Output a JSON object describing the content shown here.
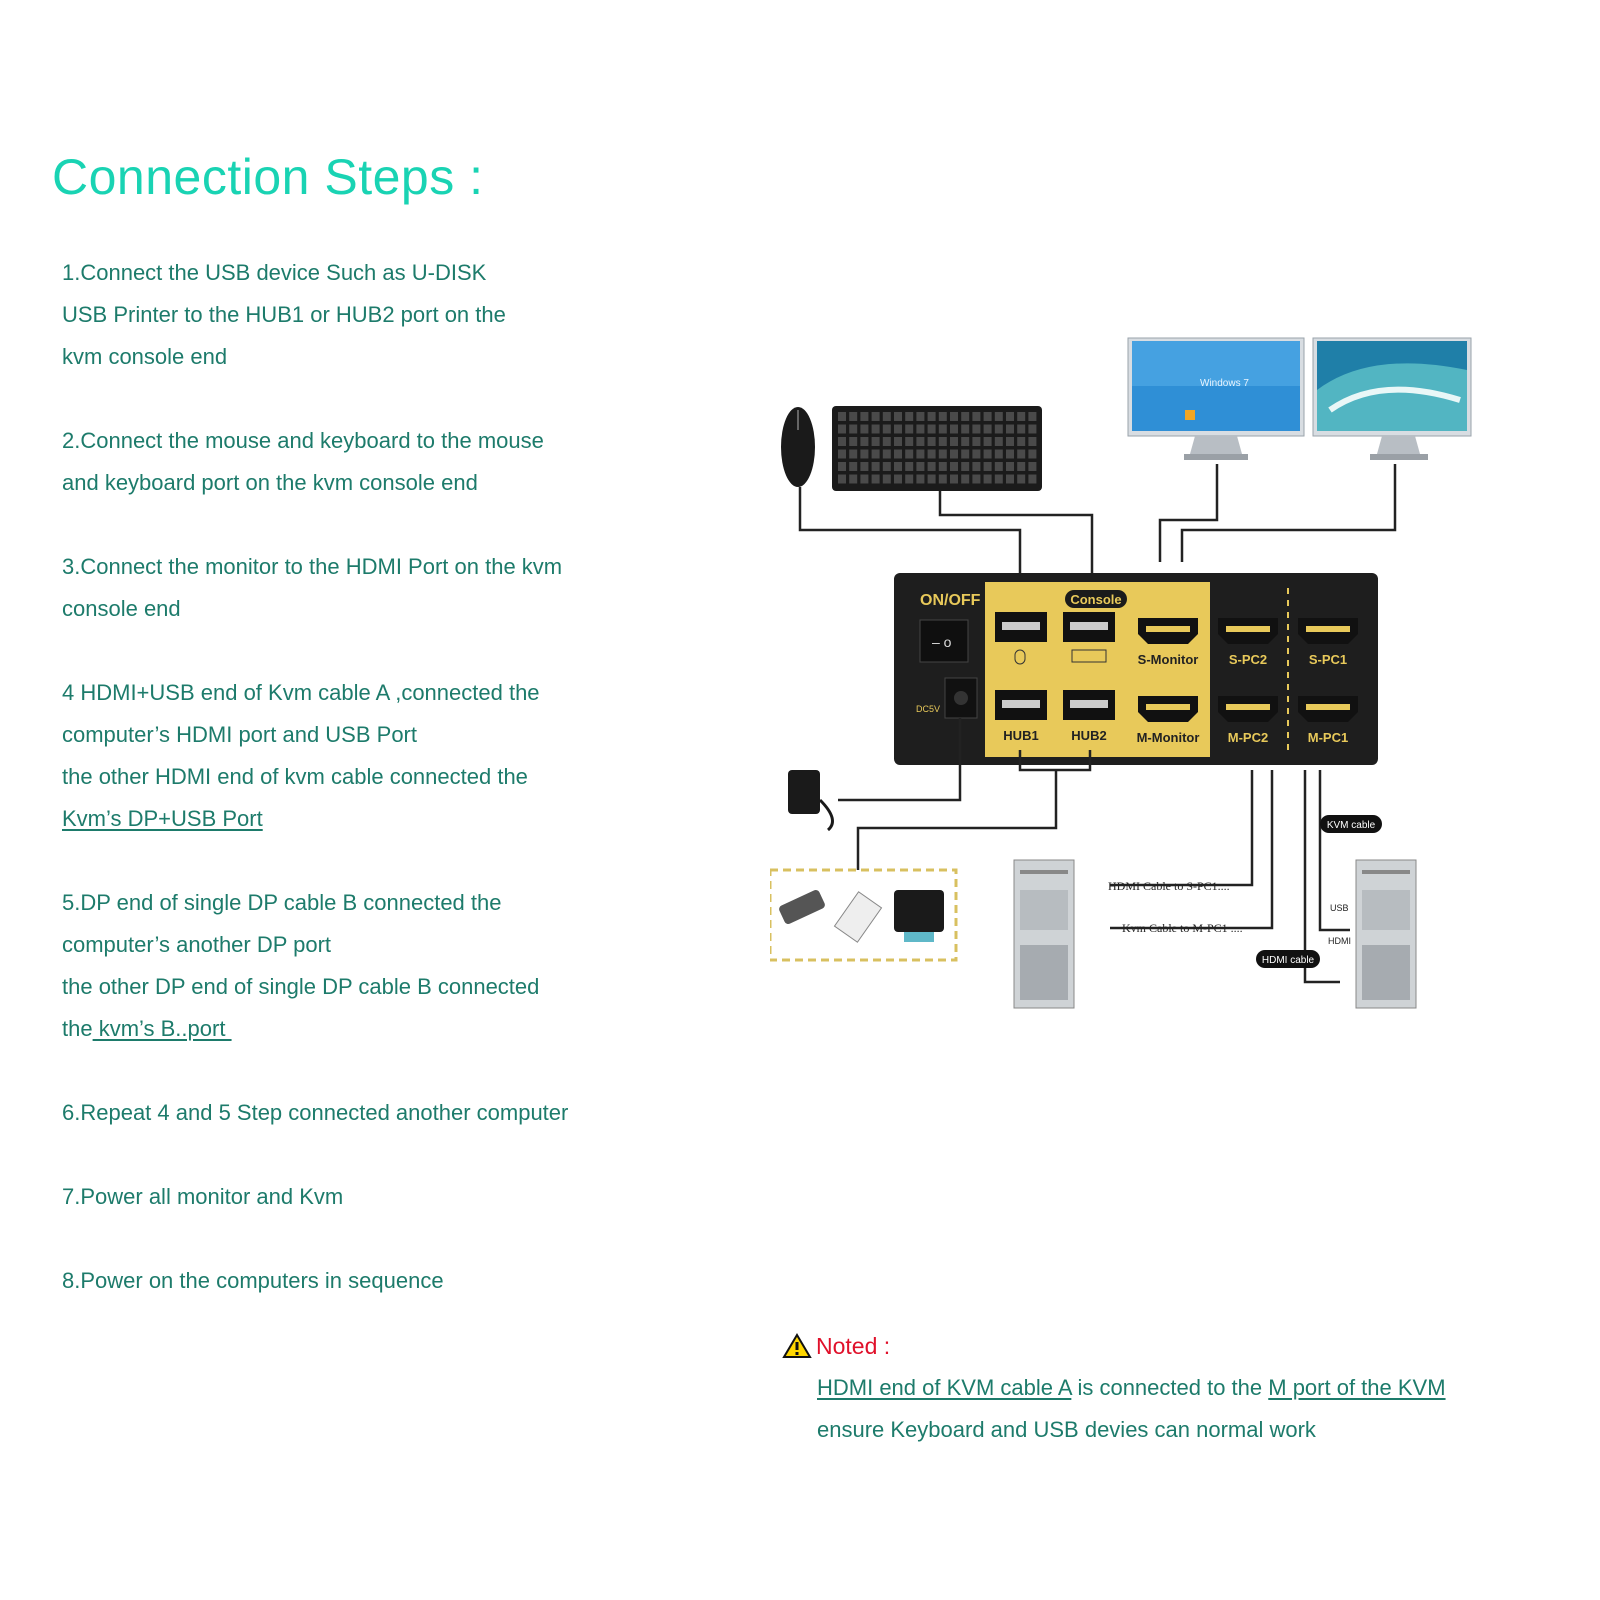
{
  "title": "Connection Steps :",
  "steps": [
    {
      "lines": [
        "1.Connect the USB device Such as U-DISK",
        "USB Printer to the HUB1 or HUB2 port on the",
        "kvm console end"
      ]
    },
    {
      "lines": [
        "2.Connect the mouse and keyboard to the mouse",
        "and keyboard port on the kvm console end"
      ]
    },
    {
      "lines": [
        "3.Connect the monitor to the HDMI Port on the kvm",
        "console end"
      ]
    },
    {
      "lines": [
        "4 HDMI+USB end of Kvm cable A ,connected the",
        "computer’s HDMI port and USB Port",
        "the other HDMI end of kvm cable connected the"
      ],
      "underlined": "Kvm’s DP+USB Port"
    },
    {
      "lines": [
        "5.DP end of single DP cable B connected the",
        "computer’s another DP port",
        "the other DP end of single DP cable B connected"
      ],
      "last_prefix": "the",
      "last_underlined": " kvm’s B..port "
    },
    {
      "lines": [
        "6.Repeat 4 and 5 Step connected another computer"
      ]
    },
    {
      "lines": [
        "7.Power all monitor and Kvm"
      ]
    },
    {
      "lines": [
        "8.Power on the computers in sequence"
      ]
    }
  ],
  "note": {
    "title": "Noted :",
    "part1": "HDMI end of KVM cable A",
    "part2": " is connected to the ",
    "part3": "M port of the KVM",
    "line2": "ensure Keyboard and USB devies can normal work"
  },
  "diagram": {
    "onoff": "ON/OFF",
    "dc": "DC5V",
    "console": "Console",
    "ports": {
      "hub1": "HUB1",
      "hub2": "HUB2",
      "s_monitor": "S-Monitor",
      "m_monitor": "M-Monitor",
      "s_pc2": "S-PC2",
      "s_pc1": "S-PC1",
      "m_pc2": "M-PC2",
      "m_pc1": "M-PC1"
    },
    "windows_text": "Windows 7",
    "cable_labels": {
      "hdmi_s_pc1": "HDMI Cable to S-PC1....",
      "kvm_m_pc1": "Kvm Cable to M-PC1 ....",
      "kvm_cable": "KVM cable",
      "hdmi_cable": "HDMI cable",
      "usb": "USB",
      "hdmi": "HDMI"
    },
    "colors": {
      "title": "#19d3b3",
      "text": "#1d7b6b",
      "note": "#e0102a",
      "panel": "#e8c95a",
      "box": "#1e1e1e"
    }
  }
}
